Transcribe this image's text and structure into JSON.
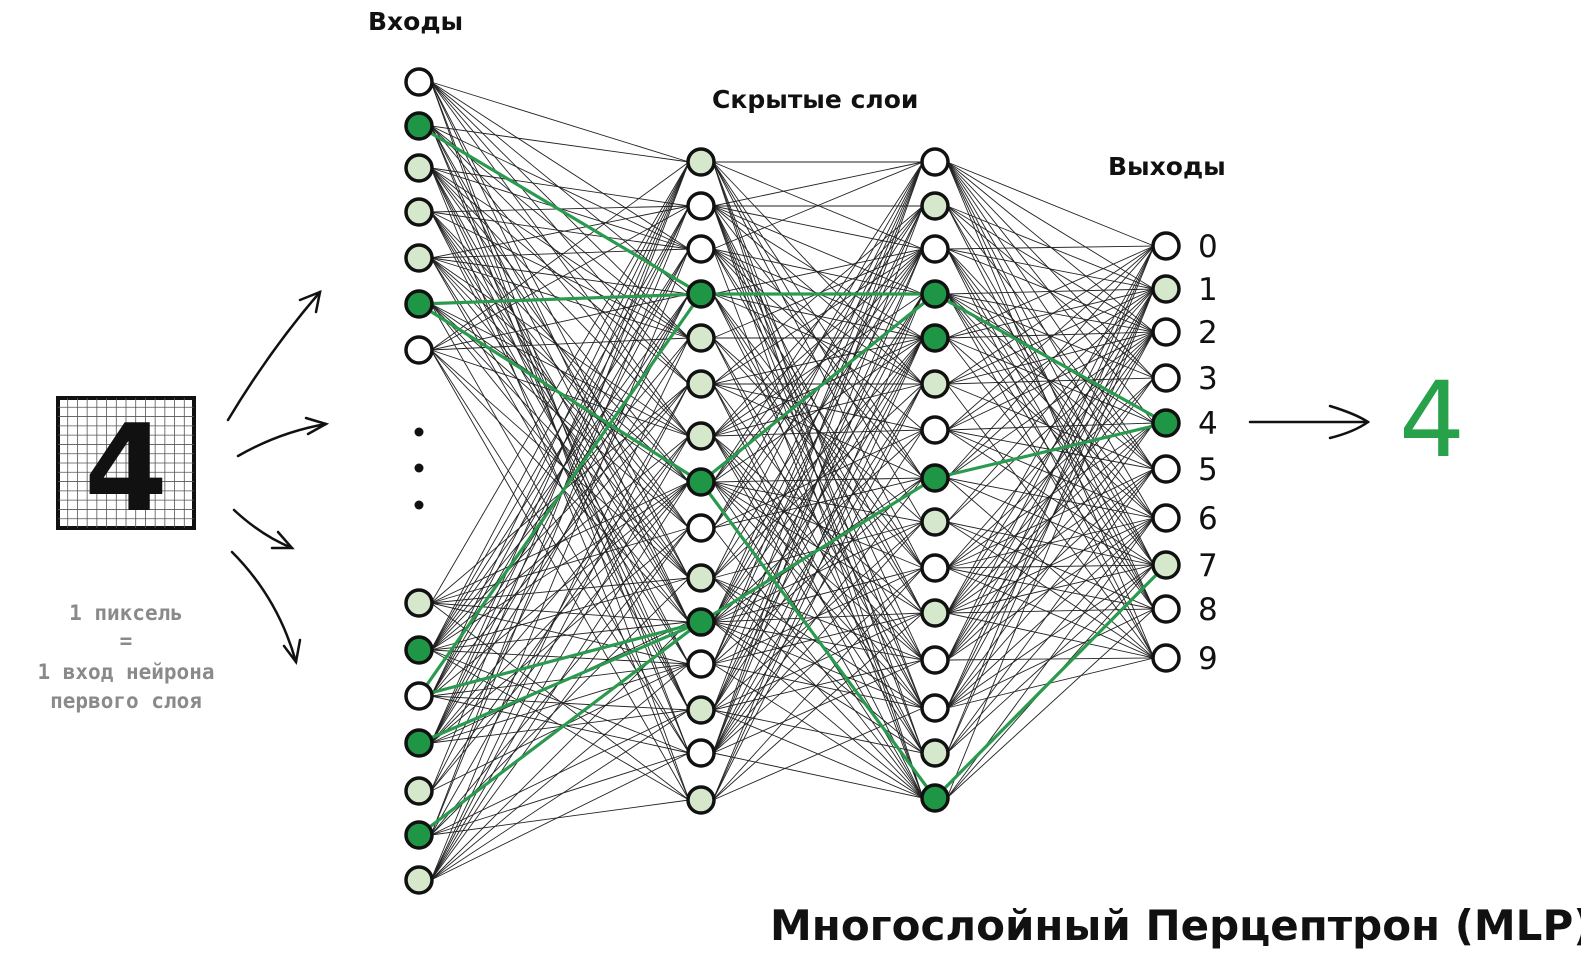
{
  "labels": {
    "inputs": "Входы",
    "hidden": "Скрытые слои",
    "outputs": "Выходы",
    "title": "Многослойный Перцептрон (MLP)",
    "note_line1": "1 пиксель",
    "note_line2": "=",
    "note_line3": "1 вход нейрона",
    "note_line4": "первого слоя",
    "input_digit": "4",
    "result": "4"
  },
  "output_classes": [
    "0",
    "1",
    "2",
    "3",
    "4",
    "5",
    "6",
    "7",
    "8",
    "9"
  ],
  "colors": {
    "active": "#1e9646",
    "light": "#d5e8cc",
    "empty": "#ffffff",
    "stroke": "#111111",
    "active_edge": "#2a9a4e",
    "result": "#27a24a"
  },
  "layers": {
    "inputs": [
      "empty",
      "active",
      "light",
      "light",
      "light",
      "active",
      "empty",
      "light",
      "active",
      "empty",
      "active",
      "light",
      "active",
      "light"
    ],
    "hidden1": [
      "light",
      "empty",
      "empty",
      "active",
      "light",
      "light",
      "light",
      "active",
      "empty",
      "light",
      "active",
      "empty",
      "light",
      "empty",
      "light"
    ],
    "hidden2": [
      "empty",
      "light",
      "empty",
      "active",
      "active",
      "light",
      "empty",
      "active",
      "light",
      "empty",
      "light",
      "empty",
      "empty",
      "light",
      "active"
    ],
    "outputs": [
      "empty",
      "light",
      "empty",
      "empty",
      "active",
      "empty",
      "empty",
      "light",
      "empty",
      "empty"
    ]
  },
  "active_path": [
    [
      "inputs",
      1,
      "hidden1",
      3
    ],
    [
      "inputs",
      5,
      "hidden1",
      3
    ],
    [
      "inputs",
      5,
      "hidden1",
      7
    ],
    [
      "inputs",
      9,
      "hidden1",
      3
    ],
    [
      "inputs",
      9,
      "hidden1",
      10
    ],
    [
      "inputs",
      10,
      "hidden1",
      10
    ],
    [
      "inputs",
      12,
      "hidden1",
      10
    ],
    [
      "hidden1",
      3,
      "hidden2",
      3
    ],
    [
      "hidden1",
      7,
      "hidden2",
      3
    ],
    [
      "hidden1",
      7,
      "hidden2",
      14
    ],
    [
      "hidden1",
      10,
      "hidden2",
      7
    ],
    [
      "hidden2",
      3,
      "outputs",
      4
    ],
    [
      "hidden2",
      7,
      "outputs",
      4
    ],
    [
      "hidden2",
      14,
      "outputs",
      7
    ]
  ]
}
